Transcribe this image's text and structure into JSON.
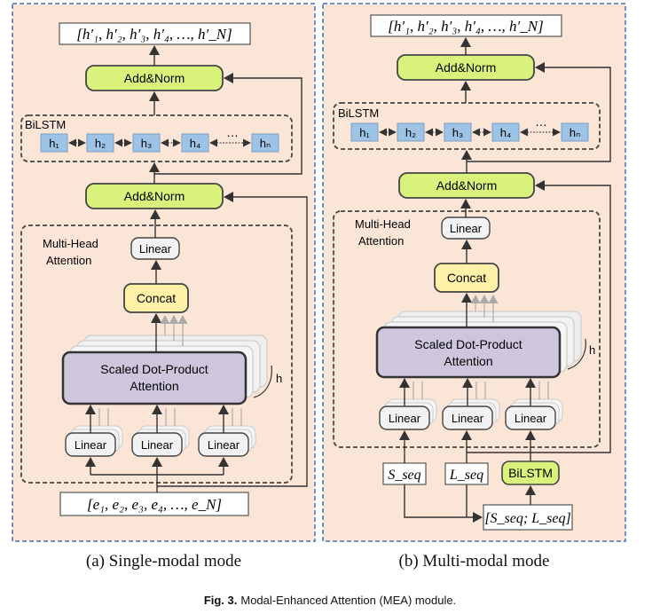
{
  "colors": {
    "panel_bg": "#fbe5d6",
    "panel_border": "#4472c4",
    "addnorm_fill": "#d9f27b",
    "concat_fill": "#fff2a8",
    "sdpa_fill": "#cdc6dd",
    "hcell_fill": "#9dc3e6",
    "linear_fill": "#f2f2f2"
  },
  "panel_a": {
    "output_label": "[h′₁, h′₂, h′₃, h′₄, …, h′_N]",
    "addnorm_top": "Add&Norm",
    "bilstm_label": "BiLSTM",
    "cells": [
      "h₁",
      "h₂",
      "h₃",
      "h₄",
      "hₙ"
    ],
    "ellipsis": "…",
    "addnorm_bottom": "Add&Norm",
    "mha_label_line1": "Multi-Head",
    "mha_label_line2": "Attention",
    "linear_top": "Linear",
    "concat": "Concat",
    "sdpa_line1": "Scaled Dot-Product",
    "sdpa_line2": "Attention",
    "heads": "h",
    "linears": [
      "Linear",
      "Linear",
      "Linear"
    ],
    "input_label": "[e₁, e₂, e₃, e₄, …, e_N]",
    "caption": "(a)  Single-modal mode"
  },
  "panel_b": {
    "output_label": "[h′₁, h′₂, h′₃, h′₄, …, h′_N]",
    "addnorm_top": "Add&Norm",
    "bilstm_label": "BiLSTM",
    "cells": [
      "h₁",
      "h₂",
      "h₃",
      "h₄",
      "hₙ"
    ],
    "ellipsis": "…",
    "addnorm_bottom": "Add&Norm",
    "mha_label_line1": "Multi-Head",
    "mha_label_line2": "Attention",
    "linear_top": "Linear",
    "concat": "Concat",
    "sdpa_line1": "Scaled Dot-Product",
    "sdpa_line2": "Attention",
    "heads": "h",
    "linears": [
      "Linear",
      "Linear",
      "Linear"
    ],
    "s_seq": "S_seq",
    "l_seq": "L_seq",
    "bilstm_small": "BiLSTM",
    "concat_input": "[S_seq; L_seq]",
    "caption": "(b)  Multi-modal mode"
  },
  "figure_caption": {
    "prefix": "Fig. 3.",
    "text": "Modal-Enhanced Attention (MEA) module."
  }
}
